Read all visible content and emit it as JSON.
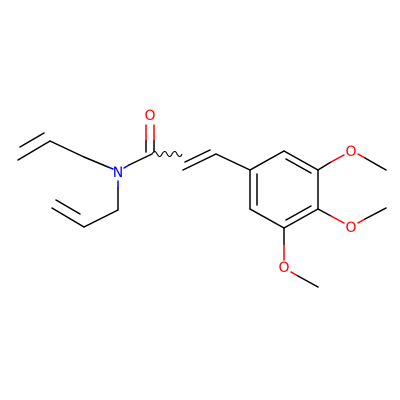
{
  "molecule": {
    "atoms": {
      "carbonyl_oxygen": "O",
      "amide_nitrogen": "N",
      "methoxy_oxygen_top": "O",
      "methoxy_oxygen_middle": "O",
      "methoxy_oxygen_bottom": "O"
    },
    "colors": {
      "bond": "#000000",
      "oxygen": "#ff0000",
      "nitrogen": "#0000ff",
      "background": "#ffffff"
    }
  }
}
